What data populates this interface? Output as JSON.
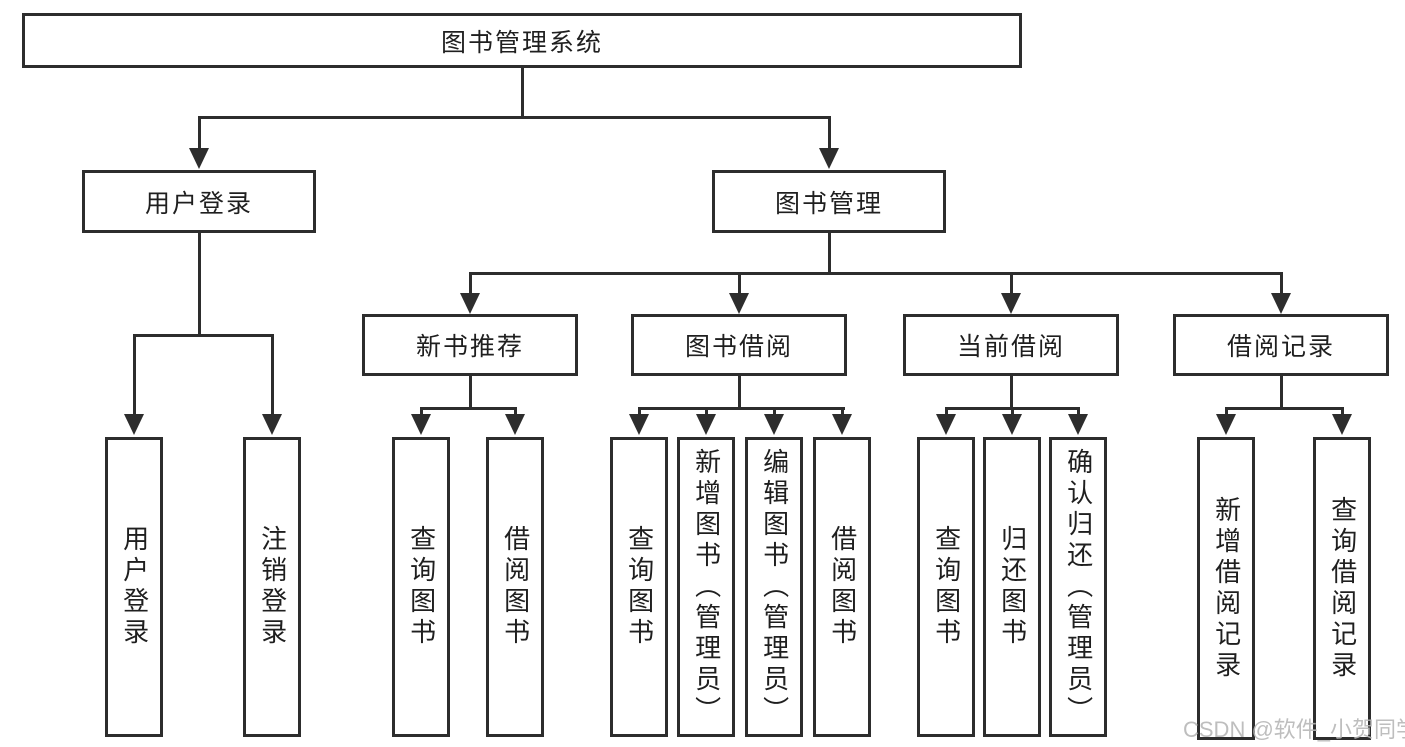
{
  "diagram": {
    "title": "图书管理系统",
    "colors": {
      "line": "#2d2d2d",
      "text": "#1f1f1f",
      "box_background": "#ffffff",
      "page_background": "#ffffff",
      "watermark": "#b8b8b8"
    },
    "tree": {
      "label": "图书管理系统",
      "children": [
        {
          "label": "用户登录",
          "children": [
            {
              "label": "用户登录"
            },
            {
              "label": "注销登录"
            }
          ]
        },
        {
          "label": "图书管理",
          "children": [
            {
              "label": "新书推荐",
              "children": [
                {
                  "label": "查询图书"
                },
                {
                  "label": "借阅图书"
                }
              ]
            },
            {
              "label": "图书借阅",
              "children": [
                {
                  "label": "查询图书"
                },
                {
                  "label": "新增图书（管理员）"
                },
                {
                  "label": "编辑图书（管理员）"
                },
                {
                  "label": "借阅图书"
                }
              ]
            },
            {
              "label": "当前借阅",
              "children": [
                {
                  "label": "查询图书"
                },
                {
                  "label": "归还图书"
                },
                {
                  "label": "确认归还（管理员）"
                }
              ]
            },
            {
              "label": "借阅记录",
              "children": [
                {
                  "label": "新增借阅记录"
                },
                {
                  "label": "查询借阅记录"
                }
              ]
            }
          ]
        }
      ]
    }
  },
  "watermark": {
    "text": "CSDN @软件_小贺同学"
  }
}
